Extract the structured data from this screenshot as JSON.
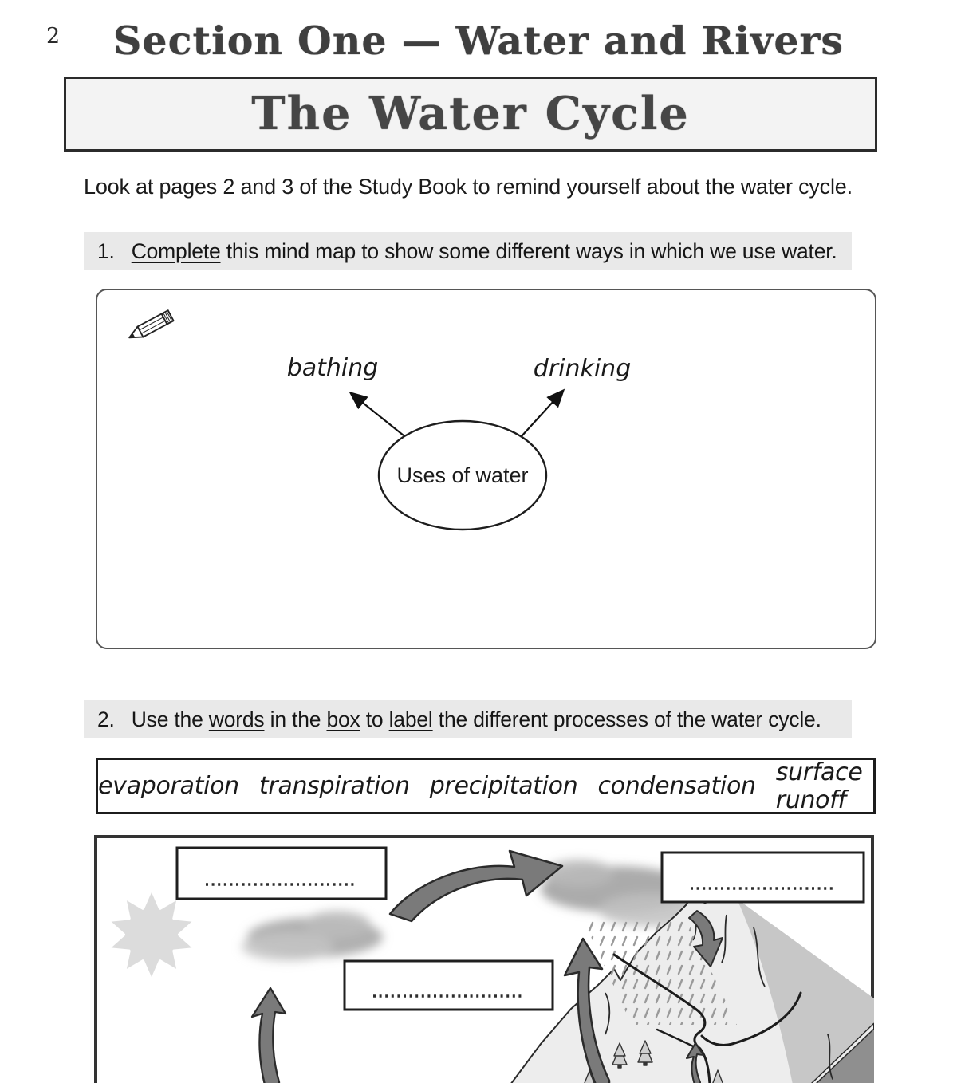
{
  "page_number": "2",
  "header": {
    "section_title": "Section One — Water and Rivers",
    "page_title": "The Water Cycle"
  },
  "intro_text": "Look at pages 2 and 3 of the Study Book to remind yourself about the water cycle.",
  "question1": {
    "number": "1.",
    "underline": "Complete",
    "text": " this mind map to show some different ways in which we use water."
  },
  "mindmap": {
    "center_label": "Uses of water",
    "branch_labels": [
      "bathing",
      "drinking"
    ]
  },
  "question2": {
    "number": "2.",
    "parts": [
      "Use the ",
      "words",
      " in the ",
      "box",
      " to ",
      "label",
      " the different processes of the water cycle."
    ]
  },
  "word_box": {
    "words": [
      "evaporation",
      "transpiration",
      "precipitation",
      "condensation",
      "surface runoff"
    ]
  },
  "diagram": {
    "answer_boxes": [
      {
        "position": "top-left",
        "value": ""
      },
      {
        "position": "top-right",
        "value": ""
      },
      {
        "position": "middle",
        "value": ""
      }
    ],
    "icons": [
      "pencil-icon",
      "sun-icon",
      "cloud-icon",
      "rain-icon",
      "mountain-icon",
      "tree-icon",
      "condensation-arrow-icon",
      "evaporation-arrow-icon",
      "precipitation-arrow-icon",
      "surface-runoff-arrow-icon"
    ]
  },
  "colors": {
    "highlight_bg": "#e9e9e9",
    "title_box_bg": "#f3f3f3",
    "arrow_gray": "#7a7a7a",
    "heading_text": "#3f3f3f"
  }
}
